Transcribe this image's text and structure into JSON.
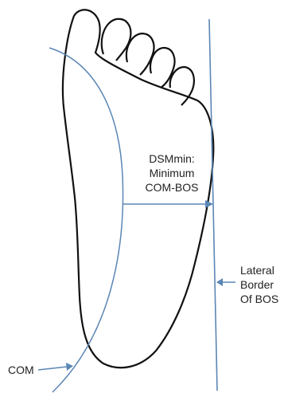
{
  "labels": {
    "dsm_line1": "DSMmin:",
    "dsm_line2": "Minimum",
    "dsm_line3": "COM-BOS",
    "lateral_line1": "Lateral",
    "lateral_line2": "Border",
    "lateral_line3": "Of BOS",
    "com": "COM"
  },
  "colors": {
    "outline": "#111111",
    "accent": "#5b86b5",
    "text": "#222222"
  }
}
